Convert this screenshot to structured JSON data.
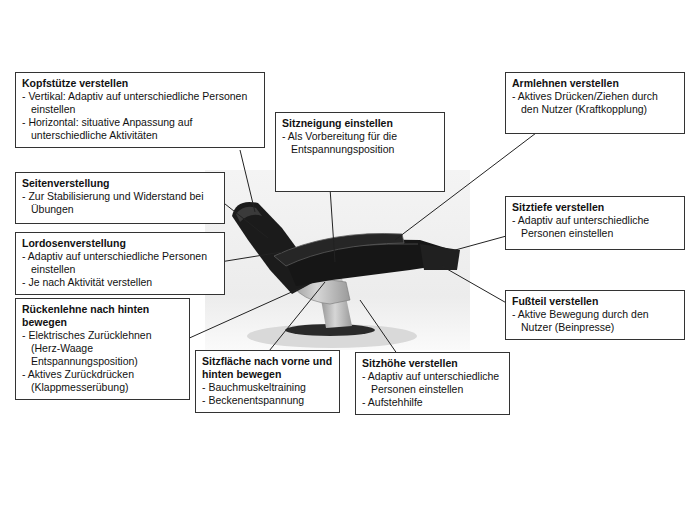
{
  "diagram": {
    "nodes": [
      {
        "text": [
          "Kopfstütze verstellen",
          "- Vertikal: Adaptiv auf unterschiedliche Personen einstellen",
          "- Horizontal: situative Anpassung auf unterschiedliche Aktivitäten"
        ]
      },
      {
        "text": [
          "Armlehnen verstellen",
          "- Aktives Drücken/Ziehen durch den Nutzer (Kraftkopplung)"
        ]
      },
      {
        "text": [
          "Sitzneigung einstellen",
          "- Als Vorbereitung für die Entspannungsposition"
        ]
      },
      {
        "text": [
          "Seitenverstellung",
          "- Zur Stabilisierung und Widerstand bei Übungen"
        ]
      },
      {
        "text": [
          "Sitztiefe verstellen",
          "- Adaptiv auf unterschiedliche Personen einstellen"
        ]
      },
      {
        "text": [
          "Lordosenverstellung",
          "- Adaptiv auf unterschiedliche Personen einstellen",
          "- Je nach Aktivität verstellen"
        ]
      },
      {
        "text": [
          "Fußteil verstellen",
          "- Aktive Bewegung durch den Nutzer (Beinpresse)"
        ]
      },
      {
        "text": [
          "Rückenlehne nach hinten bewegen",
          "- Elektrisches Zurücklehnen (Herz-Waage Entspannungsposition)",
          "- Aktives Zurückdrücken (Klappmesserübung)"
        ]
      },
      {
        "text": [
          "Sitzfläche nach vorne und hinten bewegen",
          "- Bauchmuskeltraining",
          "- Beckenentspannung"
        ]
      },
      {
        "text": [
          "Sitzhöhe verstellen",
          "- Adaptiv auf unterschiedliche Personen einstellen",
          "- Aufstehhilfe"
        ]
      }
    ]
  }
}
